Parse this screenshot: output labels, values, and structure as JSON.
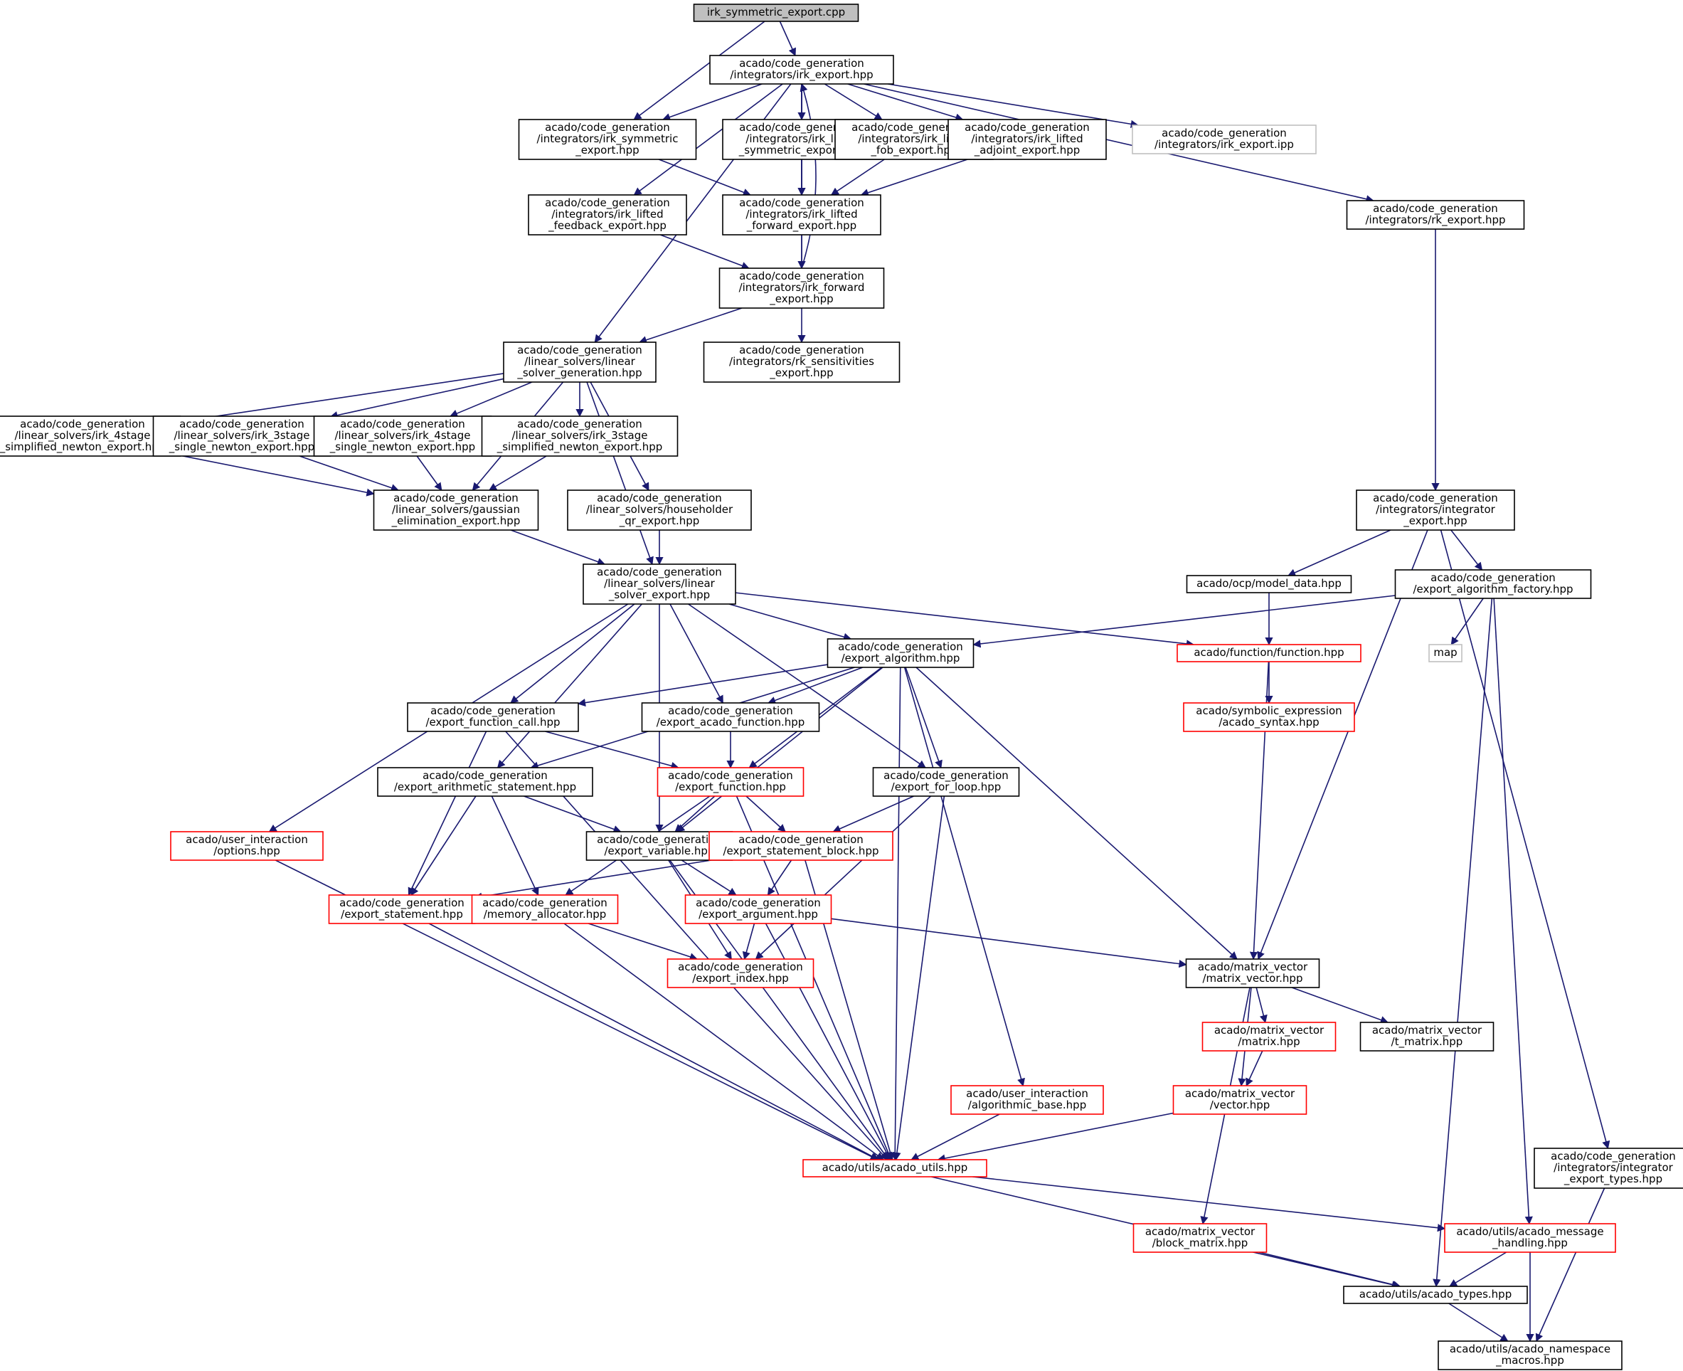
{
  "colors": {
    "edge": "#191970",
    "node_border_default": "#000000",
    "node_border_incomplete": "#ff0000",
    "node_border_external": "#bfbfbf",
    "root_fill": "#bfbfbf",
    "node_fill": "#ffffff"
  },
  "nodes": [
    {
      "id": "root",
      "lines": [
        "irk_symmetric_export.cpp"
      ],
      "style": "root"
    },
    {
      "id": "irk_export_hpp",
      "lines": [
        "acado/code_generation",
        "/integrators/irk_export.hpp"
      ],
      "style": "normal"
    },
    {
      "id": "irk_symmetric_export_hpp",
      "lines": [
        "acado/code_generation",
        "/integrators/irk_symmetric",
        "_export.hpp"
      ],
      "style": "normal"
    },
    {
      "id": "irk_lifted_symmetric",
      "lines": [
        "acado/code_generation",
        "/integrators/irk_lifted",
        "_symmetric_export.hpp"
      ],
      "style": "normal"
    },
    {
      "id": "irk_lifted_fob",
      "lines": [
        "acado/code_generation",
        "/integrators/irk_lifted",
        "_fob_export.hpp"
      ],
      "style": "normal"
    },
    {
      "id": "irk_lifted_adjoint",
      "lines": [
        "acado/code_generation",
        "/integrators/irk_lifted",
        "_adjoint_export.hpp"
      ],
      "style": "normal"
    },
    {
      "id": "irk_export_ipp",
      "lines": [
        "acado/code_generation",
        "/integrators/irk_export.ipp"
      ],
      "style": "external"
    },
    {
      "id": "irk_lifted_feedback",
      "lines": [
        "acado/code_generation",
        "/integrators/irk_lifted",
        "_feedback_export.hpp"
      ],
      "style": "normal"
    },
    {
      "id": "irk_lifted_forward",
      "lines": [
        "acado/code_generation",
        "/integrators/irk_lifted",
        "_forward_export.hpp"
      ],
      "style": "normal"
    },
    {
      "id": "rk_export",
      "lines": [
        "acado/code_generation",
        "/integrators/rk_export.hpp"
      ],
      "style": "normal"
    },
    {
      "id": "irk_forward",
      "lines": [
        "acado/code_generation",
        "/integrators/irk_forward",
        "_export.hpp"
      ],
      "style": "normal"
    },
    {
      "id": "linear_solver_generation",
      "lines": [
        "acado/code_generation",
        "/linear_solvers/linear",
        "_solver_generation.hpp"
      ],
      "style": "normal"
    },
    {
      "id": "rk_sensitivities",
      "lines": [
        "acado/code_generation",
        "/integrators/rk_sensitivities",
        "_export.hpp"
      ],
      "style": "normal"
    },
    {
      "id": "irk_4stage_simplified",
      "lines": [
        "acado/code_generation",
        "/linear_solvers/irk_4stage",
        "_simplified_newton_export.hpp"
      ],
      "style": "normal"
    },
    {
      "id": "irk_3stage_single",
      "lines": [
        "acado/code_generation",
        "/linear_solvers/irk_3stage",
        "_single_newton_export.hpp"
      ],
      "style": "normal"
    },
    {
      "id": "irk_4stage_single",
      "lines": [
        "acado/code_generation",
        "/linear_solvers/irk_4stage",
        "_single_newton_export.hpp"
      ],
      "style": "normal"
    },
    {
      "id": "irk_3stage_simplified",
      "lines": [
        "acado/code_generation",
        "/linear_solvers/irk_3stage",
        "_simplified_newton_export.hpp"
      ],
      "style": "normal"
    },
    {
      "id": "gaussian_elimination",
      "lines": [
        "acado/code_generation",
        "/linear_solvers/gaussian",
        "_elimination_export.hpp"
      ],
      "style": "normal"
    },
    {
      "id": "householder_qr",
      "lines": [
        "acado/code_generation",
        "/linear_solvers/householder",
        "_qr_export.hpp"
      ],
      "style": "normal"
    },
    {
      "id": "integrator_export",
      "lines": [
        "acado/code_generation",
        "/integrators/integrator",
        "_export.hpp"
      ],
      "style": "normal"
    },
    {
      "id": "linear_solver_export",
      "lines": [
        "acado/code_generation",
        "/linear_solvers/linear",
        "_solver_export.hpp"
      ],
      "style": "normal"
    },
    {
      "id": "model_data",
      "lines": [
        "acado/ocp/model_data.hpp"
      ],
      "style": "normal"
    },
    {
      "id": "export_algorithm_factory",
      "lines": [
        "acado/code_generation",
        "/export_algorithm_factory.hpp"
      ],
      "style": "normal"
    },
    {
      "id": "export_algorithm",
      "lines": [
        "acado/code_generation",
        "/export_algorithm.hpp"
      ],
      "style": "normal"
    },
    {
      "id": "function_hpp",
      "lines": [
        "acado/function/function.hpp"
      ],
      "style": "incomplete"
    },
    {
      "id": "map",
      "lines": [
        "map"
      ],
      "style": "external"
    },
    {
      "id": "export_function_call",
      "lines": [
        "acado/code_generation",
        "/export_function_call.hpp"
      ],
      "style": "normal"
    },
    {
      "id": "export_acado_function",
      "lines": [
        "acado/code_generation",
        "/export_acado_function.hpp"
      ],
      "style": "normal"
    },
    {
      "id": "acado_syntax",
      "lines": [
        "acado/symbolic_expression",
        "/acado_syntax.hpp"
      ],
      "style": "incomplete"
    },
    {
      "id": "export_arithmetic_statement",
      "lines": [
        "acado/code_generation",
        "/export_arithmetic_statement.hpp"
      ],
      "style": "normal"
    },
    {
      "id": "export_function",
      "lines": [
        "acado/code_generation",
        "/export_function.hpp"
      ],
      "style": "incomplete"
    },
    {
      "id": "export_for_loop",
      "lines": [
        "acado/code_generation",
        "/export_for_loop.hpp"
      ],
      "style": "normal"
    },
    {
      "id": "options",
      "lines": [
        "acado/user_interaction",
        "/options.hpp"
      ],
      "style": "incomplete"
    },
    {
      "id": "export_variable",
      "lines": [
        "acado/code_generation",
        "/export_variable.hpp"
      ],
      "style": "normal"
    },
    {
      "id": "export_statement_block",
      "lines": [
        "acado/code_generation",
        "/export_statement_block.hpp"
      ],
      "style": "incomplete"
    },
    {
      "id": "export_statement",
      "lines": [
        "acado/code_generation",
        "/export_statement.hpp"
      ],
      "style": "incomplete"
    },
    {
      "id": "memory_allocator",
      "lines": [
        "acado/code_generation",
        "/memory_allocator.hpp"
      ],
      "style": "incomplete"
    },
    {
      "id": "export_argument",
      "lines": [
        "acado/code_generation",
        "/export_argument.hpp"
      ],
      "style": "incomplete"
    },
    {
      "id": "export_index",
      "lines": [
        "acado/code_generation",
        "/export_index.hpp"
      ],
      "style": "incomplete"
    },
    {
      "id": "matrix_vector_hpp",
      "lines": [
        "acado/matrix_vector",
        "/matrix_vector.hpp"
      ],
      "style": "normal"
    },
    {
      "id": "matrix_hpp",
      "lines": [
        "acado/matrix_vector",
        "/matrix.hpp"
      ],
      "style": "incomplete"
    },
    {
      "id": "t_matrix",
      "lines": [
        "acado/matrix_vector",
        "/t_matrix.hpp"
      ],
      "style": "normal"
    },
    {
      "id": "algorithmic_base",
      "lines": [
        "acado/user_interaction",
        "/algorithmic_base.hpp"
      ],
      "style": "incomplete"
    },
    {
      "id": "vector_hpp",
      "lines": [
        "acado/matrix_vector",
        "/vector.hpp"
      ],
      "style": "incomplete"
    },
    {
      "id": "acado_utils",
      "lines": [
        "acado/utils/acado_utils.hpp"
      ],
      "style": "incomplete"
    },
    {
      "id": "integrator_export_types",
      "lines": [
        "acado/code_generation",
        "/integrators/integrator",
        "_export_types.hpp"
      ],
      "style": "normal"
    },
    {
      "id": "block_matrix",
      "lines": [
        "acado/matrix_vector",
        "/block_matrix.hpp"
      ],
      "style": "incomplete"
    },
    {
      "id": "acado_message_handling",
      "lines": [
        "acado/utils/acado_message",
        "_handling.hpp"
      ],
      "style": "incomplete"
    },
    {
      "id": "acado_types",
      "lines": [
        "acado/utils/acado_types.hpp"
      ],
      "style": "normal"
    },
    {
      "id": "acado_namespace_macros",
      "lines": [
        "acado/utils/acado_namespace",
        "_macros.hpp"
      ],
      "style": "normal"
    }
  ],
  "edges": [
    [
      "root",
      "irk_export_hpp"
    ],
    [
      "root",
      "irk_symmetric_export_hpp"
    ],
    [
      "irk_export_hpp",
      "irk_symmetric_export_hpp"
    ],
    [
      "irk_export_hpp",
      "irk_lifted_symmetric"
    ],
    [
      "irk_export_hpp",
      "irk_lifted_fob"
    ],
    [
      "irk_export_hpp",
      "irk_lifted_adjoint"
    ],
    [
      "irk_export_hpp",
      "irk_export_ipp"
    ],
    [
      "irk_export_hpp",
      "irk_lifted_feedback"
    ],
    [
      "irk_export_hpp",
      "irk_lifted_forward"
    ],
    [
      "irk_export_hpp",
      "rk_export"
    ],
    [
      "irk_export_hpp",
      "irk_forward"
    ],
    [
      "irk_export_hpp",
      "linear_solver_generation"
    ],
    [
      "irk_forward",
      "irk_export_hpp"
    ],
    [
      "irk_symmetric_export_hpp",
      "irk_lifted_forward"
    ],
    [
      "irk_lifted_symmetric",
      "irk_lifted_forward"
    ],
    [
      "irk_lifted_fob",
      "irk_lifted_forward"
    ],
    [
      "irk_lifted_adjoint",
      "irk_lifted_forward"
    ],
    [
      "irk_lifted_feedback",
      "irk_forward"
    ],
    [
      "irk_lifted_forward",
      "irk_forward"
    ],
    [
      "irk_forward",
      "linear_solver_generation"
    ],
    [
      "irk_forward",
      "rk_sensitivities"
    ],
    [
      "rk_export",
      "integrator_export"
    ],
    [
      "linear_solver_generation",
      "irk_4stage_simplified"
    ],
    [
      "linear_solver_generation",
      "irk_3stage_single"
    ],
    [
      "linear_solver_generation",
      "irk_4stage_single"
    ],
    [
      "linear_solver_generation",
      "irk_3stage_simplified"
    ],
    [
      "linear_solver_generation",
      "gaussian_elimination"
    ],
    [
      "linear_solver_generation",
      "householder_qr"
    ],
    [
      "linear_solver_generation",
      "linear_solver_export"
    ],
    [
      "irk_4stage_simplified",
      "gaussian_elimination"
    ],
    [
      "irk_3stage_single",
      "gaussian_elimination"
    ],
    [
      "irk_4stage_single",
      "gaussian_elimination"
    ],
    [
      "irk_3stage_simplified",
      "gaussian_elimination"
    ],
    [
      "gaussian_elimination",
      "linear_solver_export"
    ],
    [
      "householder_qr",
      "linear_solver_export"
    ],
    [
      "integrator_export",
      "model_data"
    ],
    [
      "integrator_export",
      "export_algorithm_factory"
    ],
    [
      "integrator_export",
      "matrix_vector_hpp"
    ],
    [
      "integrator_export",
      "integrator_export_types"
    ],
    [
      "model_data",
      "function_hpp"
    ],
    [
      "export_algorithm_factory",
      "export_algorithm"
    ],
    [
      "export_algorithm_factory",
      "map"
    ],
    [
      "export_algorithm_factory",
      "acado_message_handling"
    ],
    [
      "export_algorithm_factory",
      "acado_types"
    ],
    [
      "linear_solver_export",
      "export_algorithm"
    ],
    [
      "linear_solver_export",
      "function_hpp"
    ],
    [
      "linear_solver_export",
      "export_function_call"
    ],
    [
      "linear_solver_export",
      "export_acado_function"
    ],
    [
      "linear_solver_export",
      "export_arithmetic_statement"
    ],
    [
      "linear_solver_export",
      "export_variable"
    ],
    [
      "linear_solver_export",
      "export_for_loop"
    ],
    [
      "linear_solver_export",
      "options"
    ],
    [
      "export_algorithm",
      "export_function_call"
    ],
    [
      "export_algorithm",
      "export_acado_function"
    ],
    [
      "export_algorithm",
      "export_arithmetic_statement"
    ],
    [
      "export_algorithm",
      "export_function"
    ],
    [
      "export_algorithm",
      "export_variable"
    ],
    [
      "export_algorithm",
      "export_for_loop"
    ],
    [
      "export_algorithm",
      "algorithmic_base"
    ],
    [
      "export_algorithm",
      "matrix_vector_hpp"
    ],
    [
      "export_algorithm",
      "acado_utils"
    ],
    [
      "function_hpp",
      "acado_syntax"
    ],
    [
      "function_hpp",
      "matrix_vector_hpp"
    ],
    [
      "export_function_call",
      "export_function"
    ],
    [
      "export_function_call",
      "export_statement"
    ],
    [
      "export_function_call",
      "acado_utils"
    ],
    [
      "export_acado_function",
      "export_function"
    ],
    [
      "export_arithmetic_statement",
      "export_variable"
    ],
    [
      "export_arithmetic_statement",
      "export_statement"
    ],
    [
      "export_arithmetic_statement",
      "memory_allocator"
    ],
    [
      "export_function",
      "export_variable"
    ],
    [
      "export_function",
      "export_statement_block"
    ],
    [
      "export_function",
      "memory_allocator"
    ],
    [
      "export_function",
      "acado_utils"
    ],
    [
      "export_for_loop",
      "export_statement_block"
    ],
    [
      "export_for_loop",
      "export_index"
    ],
    [
      "export_for_loop",
      "acado_utils"
    ],
    [
      "options",
      "acado_utils"
    ],
    [
      "export_variable",
      "export_argument"
    ],
    [
      "export_variable",
      "export_index"
    ],
    [
      "export_variable",
      "acado_utils"
    ],
    [
      "export_statement_block",
      "export_statement"
    ],
    [
      "export_statement_block",
      "export_argument"
    ],
    [
      "export_statement_block",
      "acado_utils"
    ],
    [
      "export_statement",
      "acado_utils"
    ],
    [
      "memory_allocator",
      "export_index"
    ],
    [
      "memory_allocator",
      "acado_utils"
    ],
    [
      "export_argument",
      "export_index"
    ],
    [
      "export_argument",
      "matrix_vector_hpp"
    ],
    [
      "export_argument",
      "acado_utils"
    ],
    [
      "matrix_vector_hpp",
      "matrix_hpp"
    ],
    [
      "matrix_vector_hpp",
      "t_matrix"
    ],
    [
      "matrix_vector_hpp",
      "vector_hpp"
    ],
    [
      "matrix_vector_hpp",
      "block_matrix"
    ],
    [
      "matrix_hpp",
      "vector_hpp"
    ],
    [
      "vector_hpp",
      "acado_utils"
    ],
    [
      "algorithmic_base",
      "acado_utils"
    ],
    [
      "acado_utils",
      "acado_message_handling"
    ],
    [
      "acado_utils",
      "acado_types"
    ],
    [
      "block_matrix",
      "acado_types"
    ],
    [
      "acado_message_handling",
      "acado_types"
    ],
    [
      "acado_message_handling",
      "acado_namespace_macros"
    ],
    [
      "acado_types",
      "acado_namespace_macros"
    ],
    [
      "integrator_export_types",
      "acado_namespace_macros"
    ]
  ]
}
